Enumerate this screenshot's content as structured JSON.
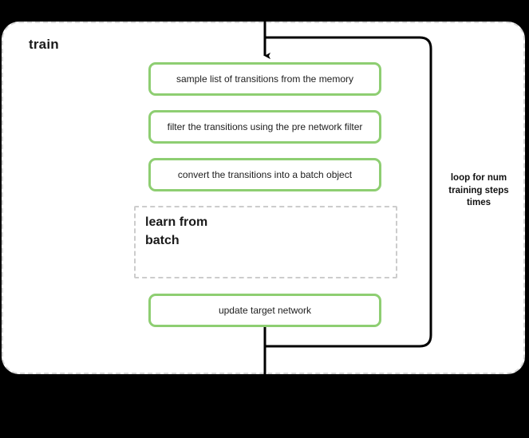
{
  "diagram": {
    "title": "train",
    "panel_style": "dashed-rounded-white",
    "accent_color": "#8ece72",
    "dashed_border_color": "#cccccc",
    "connector_color": "#000000",
    "background_color": "#000000"
  },
  "steps": [
    {
      "id": "sample-transitions",
      "label": "sample list of transitions from the memory",
      "type": "green-box"
    },
    {
      "id": "filter-transitions",
      "label": "filter the transitions using the pre network filter",
      "type": "green-box"
    },
    {
      "id": "convert-transitions",
      "label": "convert the transitions into a batch object",
      "type": "green-box"
    },
    {
      "id": "update-target-network",
      "label": "update target network",
      "type": "green-box"
    }
  ],
  "sub_block": {
    "id": "learn-from-batch",
    "title_line_1": "learn from",
    "title_line_2": "batch",
    "style": "dashed"
  },
  "loop": {
    "caption_line_1": "loop for num",
    "caption_line_2": "training steps",
    "caption_line_3": "times"
  },
  "icons": {
    "arrow_down": "arrow-down-icon",
    "loop_path": "loop-path-icon"
  }
}
